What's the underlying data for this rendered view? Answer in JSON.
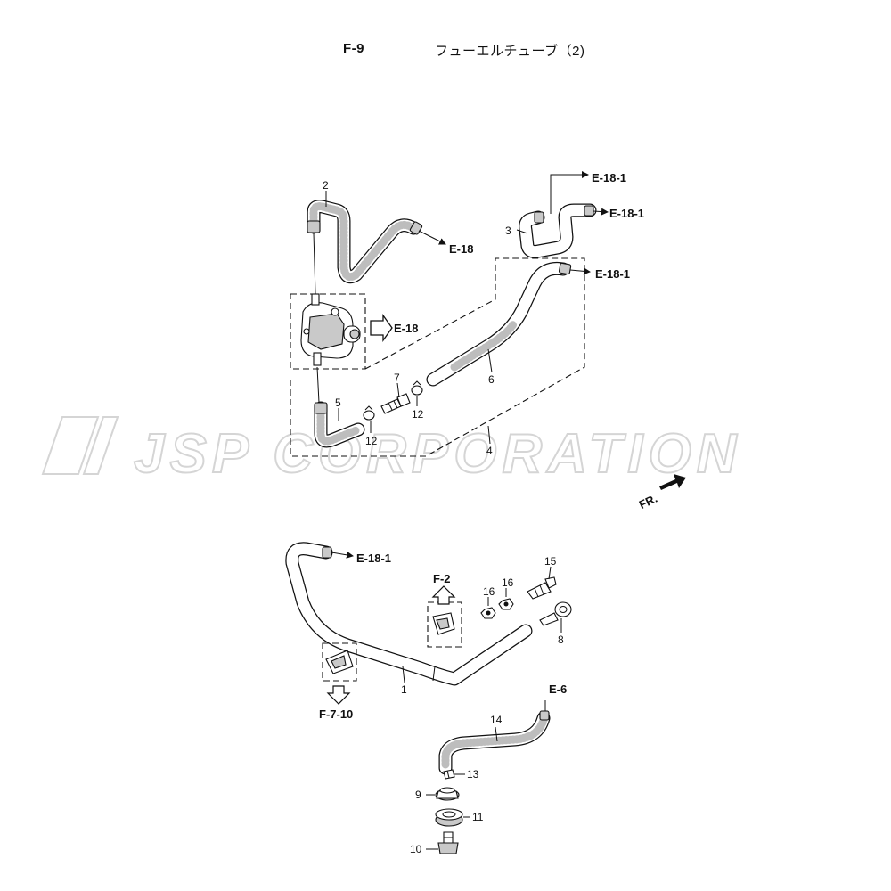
{
  "header": {
    "code": "F-9",
    "title": "フューエルチューブ（2)"
  },
  "watermark": "JSP CORPORATION",
  "direction_label": "FR.",
  "references": {
    "e18_1_a": "E-18-1",
    "e18_1_b": "E-18-1",
    "e18_1_c": "E-18-1",
    "e18_1_d": "E-18-1",
    "e18_a": "E-18",
    "e18_b": "E-18",
    "f2": "F-2",
    "f7_10": "F-7-10",
    "e6": "E-6"
  },
  "callouts": {
    "p1": "1",
    "p2": "2",
    "p3": "3",
    "p4": "4",
    "p5": "5",
    "p6": "6",
    "p7": "7",
    "p8": "8",
    "p9": "9",
    "p10": "10",
    "p11": "11",
    "p12a": "12",
    "p12b": "12",
    "p13": "13",
    "p14": "14",
    "p15": "15",
    "p16a": "16",
    "p16b": "16"
  },
  "colors": {
    "ink": "#111111",
    "watermark": "#d5d5d5",
    "background": "#ffffff"
  }
}
